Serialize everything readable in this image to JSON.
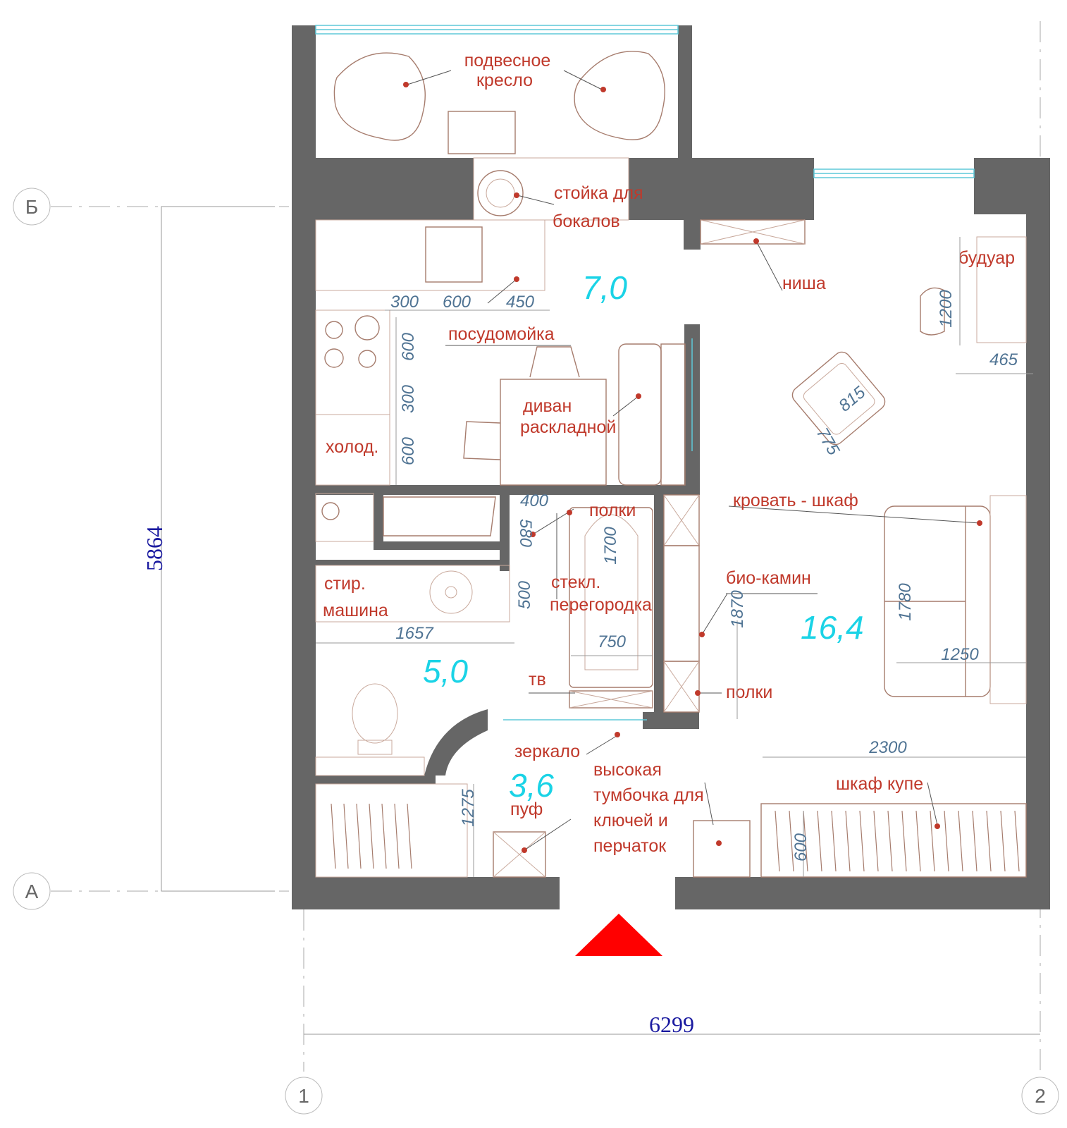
{
  "labels": {
    "hanging_chair_1": "подвесное",
    "hanging_chair_2": "кресло",
    "glass_rack_1": "стойка для",
    "glass_rack_2": "бокалов",
    "niche": "ниша",
    "boudoir": "будуар",
    "dishwasher": "посудомойка",
    "sofa_1": "диван",
    "sofa_2": "раскладной",
    "fridge": "холод.",
    "bed_wardrobe": "кровать - шкаф",
    "shelves_1": "полки",
    "glass_partition_1": "стекл.",
    "glass_partition_2": "перегородка",
    "bio_fireplace": "био-камин",
    "washer_1": "стир.",
    "washer_2": "машина",
    "tv": "тв",
    "shelves_2": "полки",
    "mirror": "зеркало",
    "tall_cabinet_1": "высокая",
    "tall_cabinet_2": "тумбочка для",
    "tall_cabinet_3": "ключей и",
    "tall_cabinet_4": "перчаток",
    "pouf": "пуф",
    "wardrobe": "шкаф купе"
  },
  "areas": {
    "kitchen": "7,0",
    "living": "16,4",
    "bath": "5,0",
    "hall": "3,6"
  },
  "dimensions": {
    "d300a": "300",
    "d600a": "600",
    "d450": "450",
    "d600b": "600",
    "d300b": "300",
    "d600c": "600",
    "d1200": "1200",
    "d465": "465",
    "d815": "815",
    "d775": "775",
    "d400": "400",
    "d580": "580",
    "d1700": "1700",
    "d500": "500",
    "d1657": "1657",
    "d750": "750",
    "d1870": "1870",
    "d1780": "1780",
    "d1250": "1250",
    "d2300": "2300",
    "d1275": "1275",
    "d600d": "600"
  },
  "overall": {
    "height": "5864",
    "width": "6299"
  },
  "axes": {
    "b": "Б",
    "a": "А",
    "one": "1",
    "two": "2"
  },
  "colors": {
    "wall": "#666666",
    "label": "#c0392b",
    "area": "#1ad3e6",
    "dimension": "#4f7393",
    "overall_dimension": "#1a1aa0",
    "entrance_marker": "#ff0000",
    "window": "#5fc8d8"
  }
}
